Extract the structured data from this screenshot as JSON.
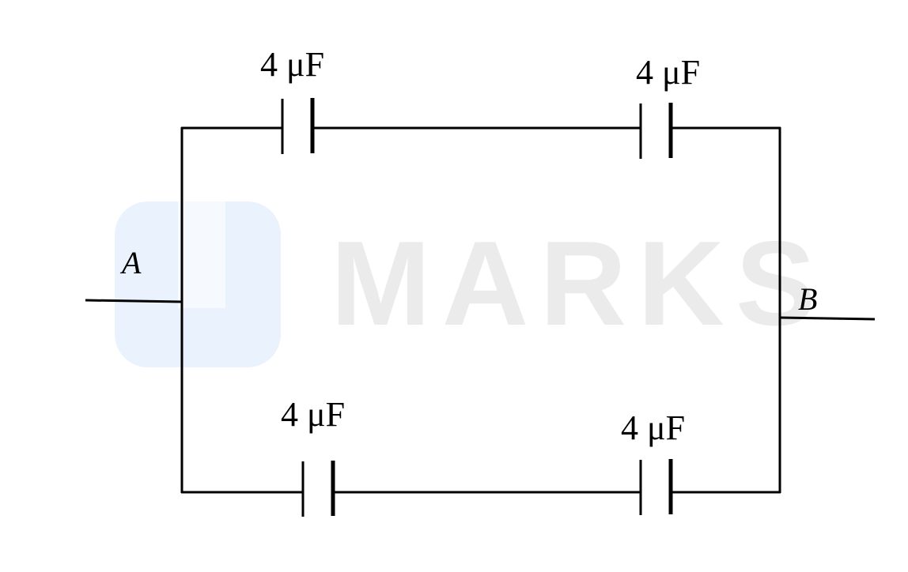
{
  "diagram": {
    "type": "circuit",
    "description": "Two parallel branches between terminals A and B, each with two capacitors in series",
    "terminals": {
      "a": {
        "label": "A"
      },
      "b": {
        "label": "B"
      }
    },
    "capacitors": [
      {
        "id": "C1",
        "branch": "top",
        "position": "left",
        "label": "4 μF",
        "value": 4,
        "unit": "μF"
      },
      {
        "id": "C2",
        "branch": "top",
        "position": "right",
        "label": "4 μF",
        "value": 4,
        "unit": "μF"
      },
      {
        "id": "C3",
        "branch": "bottom",
        "position": "left",
        "label": "4 μF",
        "value": 4,
        "unit": "μF"
      },
      {
        "id": "C4",
        "branch": "bottom",
        "position": "right",
        "label": "4 μF",
        "value": 4,
        "unit": "μF"
      }
    ],
    "colors": {
      "wire": "#000000",
      "background": "#ffffff",
      "watermark_logo": "#eaf3fd",
      "watermark_text": "#ebebeb"
    }
  },
  "watermark": {
    "text": "MARKS"
  }
}
